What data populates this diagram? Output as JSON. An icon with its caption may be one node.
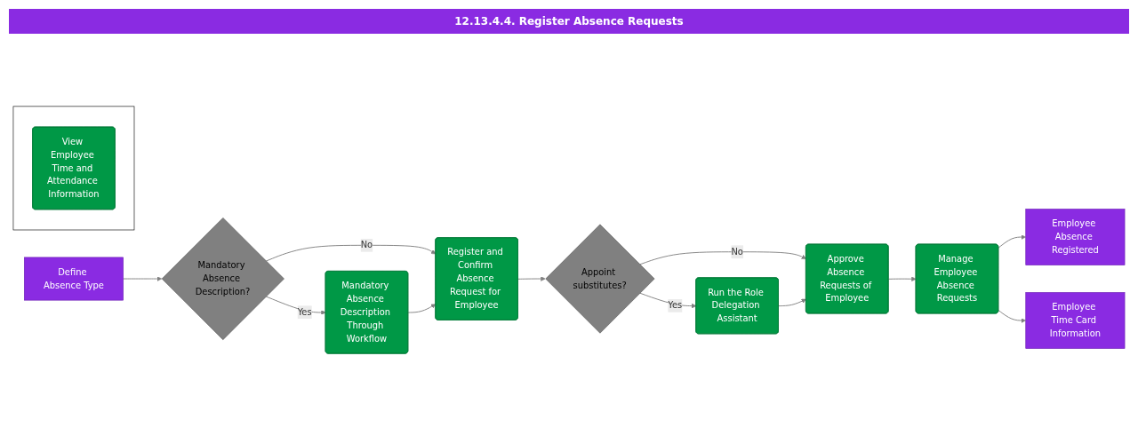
{
  "diagram": {
    "title": "12.13.4.4. Register Absence Requests",
    "nodes": [
      {
        "text": [
          "Define Absence Type"
        ]
      },
      {
        "text": [
          "Mandatory Absence Description?"
        ]
      },
      {
        "text": [
          "Mandatory Absence Description Through Workflow"
        ]
      },
      {
        "text": [
          "Register and Confirm Absence Request for Employee"
        ]
      },
      {
        "text": [
          "Appoint substitutes?"
        ]
      },
      {
        "text": [
          "Run the Role Delegation Assistant"
        ]
      },
      {
        "text": [
          "Approve Absence Requests of Employee"
        ]
      },
      {
        "text": [
          "Manage Employee Absence Requests"
        ]
      },
      {
        "text": [
          "Employee Absence Registered"
        ]
      },
      {
        "text": [
          "Employee Time Card Information"
        ]
      },
      {
        "text": [],
        "shape": "box"
      },
      {
        "text": [
          "View Employee Time and Attendance Information"
        ],
        "in": 10
      }
    ],
    "edges": [
      {
        "from": 0,
        "to": 1,
        "arrow": "to"
      },
      {
        "from": 1,
        "to": 3,
        "label": "No",
        "arrow": "to"
      },
      {
        "from": 1,
        "to": 2,
        "label": "Yes",
        "arrow": "to"
      },
      {
        "from": 2,
        "to": 3,
        "arrow": "to"
      },
      {
        "from": 3,
        "to": 4,
        "arrow": "to"
      },
      {
        "from": 4,
        "to": 6,
        "label": "No",
        "arrow": "to"
      },
      {
        "from": 4,
        "to": 5,
        "label": "Yes",
        "arrow": "to"
      },
      {
        "from": 5,
        "to": 6,
        "arrow": "to"
      },
      {
        "from": 6,
        "to": 7,
        "arrow": "to"
      },
      {
        "from": 7,
        "to": 8,
        "arrow": "to"
      },
      {
        "from": 7,
        "to": 9,
        "arrow": "to"
      }
    ]
  }
}
